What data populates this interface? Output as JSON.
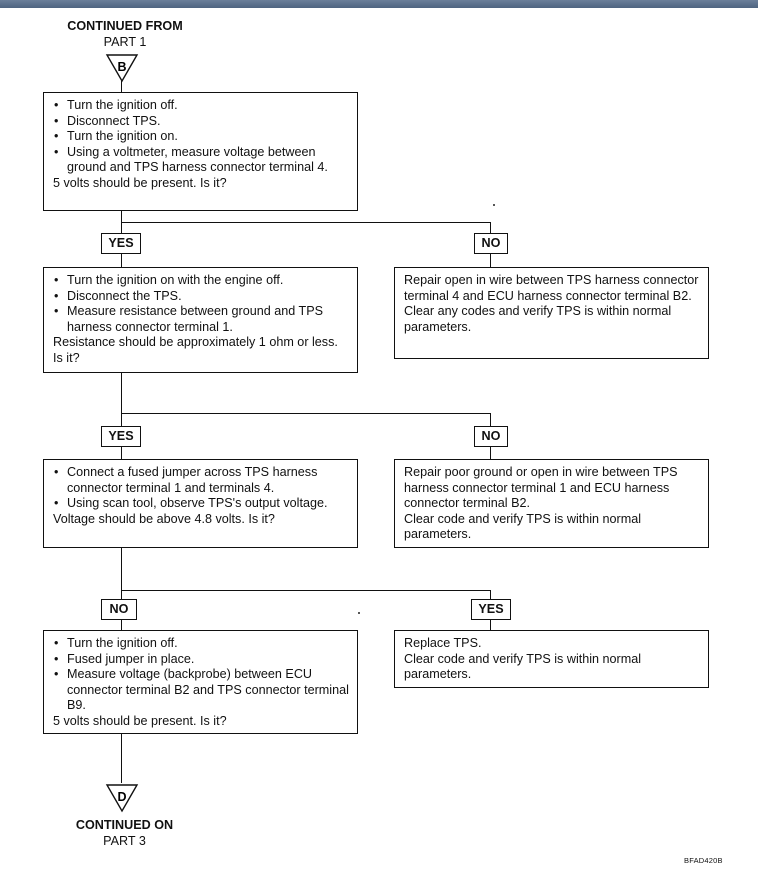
{
  "header": {
    "title": "CONTINUED FROM",
    "subtitle": "PART 1",
    "connector": "B"
  },
  "footer": {
    "connector": "D",
    "title": "CONTINUED ON",
    "subtitle": "PART 3",
    "figure_code": "BFAD420B"
  },
  "step1": {
    "bullets": [
      "Turn the ignition off.",
      "Disconnect TPS.",
      "Turn the ignition on.",
      "Using a voltmeter, measure voltage between ground and TPS harness connector terminal 4."
    ],
    "question": "5 volts should be present. Is it?"
  },
  "step2": {
    "yes_label": "YES",
    "no_label": "NO",
    "yes_box": {
      "bullets": [
        "Turn the ignition on with the engine off.",
        "Disconnect the TPS.",
        "Measure resistance between ground and TPS harness connector terminal 1."
      ],
      "question": "Resistance should be approximately 1 ohm or less. Is it?"
    },
    "no_box": {
      "text": "Repair open in wire between TPS harness connector terminal 4 and ECU harness connector terminal B2.",
      "text2": "Clear any codes and verify TPS is within normal parameters."
    }
  },
  "step3": {
    "yes_label": "YES",
    "no_label": "NO",
    "yes_box": {
      "bullets": [
        "Connect a fused jumper across TPS harness connector terminal 1 and terminals 4.",
        "Using scan tool, observe TPS's output voltage."
      ],
      "question": "Voltage should be above 4.8 volts. Is it?"
    },
    "no_box": {
      "text": "Repair poor ground or open in wire between TPS harness connector terminal 1 and ECU harness connector terminal B2.",
      "text2": "Clear code and verify TPS is within normal parameters."
    }
  },
  "step4": {
    "no_label": "NO",
    "yes_label": "YES",
    "no_box": {
      "bullets": [
        "Turn the ignition off.",
        "Fused jumper in place.",
        "Measure voltage (backprobe) between ECU connector terminal B2 and TPS connector terminal B9."
      ],
      "question": "5 volts should be present. Is it?"
    },
    "yes_box": {
      "text": "Replace TPS.",
      "text2": "Clear code and verify TPS is within normal parameters."
    }
  }
}
